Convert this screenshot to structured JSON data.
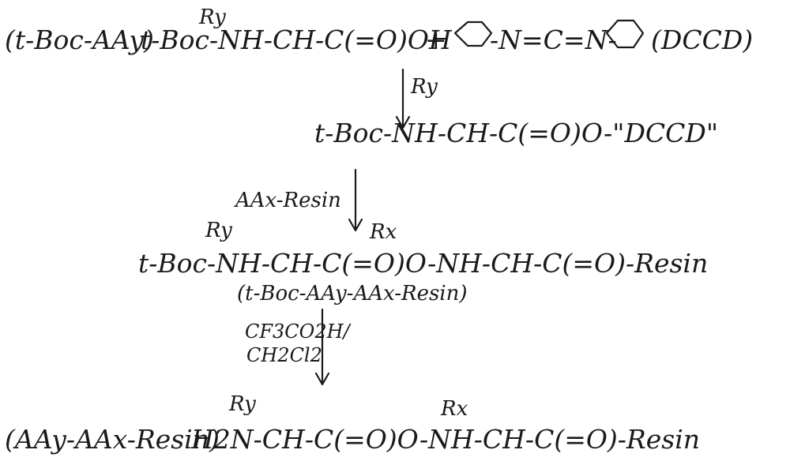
{
  "scheme": {
    "step1": {
      "label": "(t-Boc-AAy)",
      "reactant": "t-Boc-NH-CH-C(=O)OH",
      "reactant_sub": "Ry",
      "plus": "+",
      "reagent_left_bond": "-N=C=N-",
      "reagent_label": "(DCCD)"
    },
    "step2": {
      "intermediate": "t-Boc-NH-CH-C(=O)O-\"DCCD\"",
      "intermediate_sub": "Ry"
    },
    "step3": {
      "arrow_label": "AAx-Resin",
      "product": "t-Boc-NH-CH-C(=O)O-NH-CH-C(=O)-Resin",
      "product_sub_y": "Ry",
      "product_sub_x": "Rx",
      "product_label": "(t-Boc-AAy-AAx-Resin)"
    },
    "step4": {
      "arrow_label_top": "CF3CO2H/",
      "arrow_label_bottom": "CH2Cl2",
      "label": "(AAy-AAx-Resin)",
      "product": "H2N-CH-C(=O)O-NH-CH-C(=O)-Resin",
      "product_sub_y": "Ry",
      "product_sub_x": "Rx"
    }
  }
}
